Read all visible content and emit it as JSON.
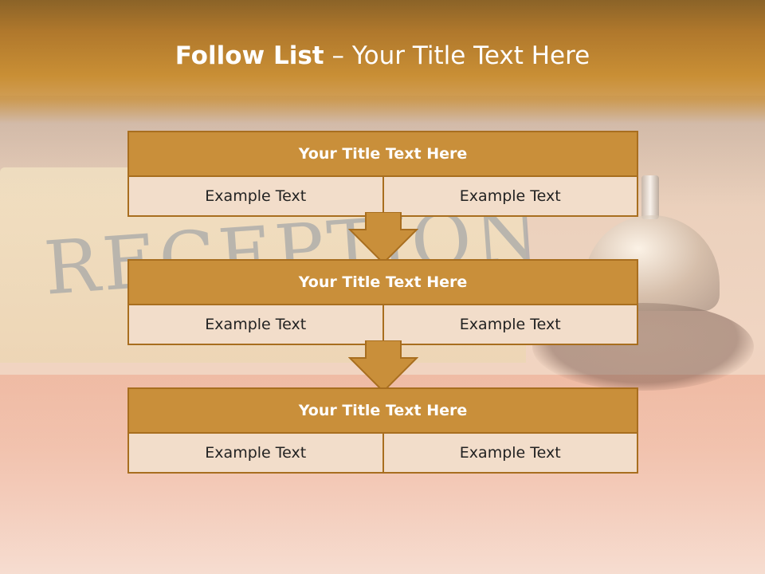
{
  "slide": {
    "title_bold": "Follow List",
    "title_rest": " – Your Title Text Here"
  },
  "background": {
    "sign_text": "RECEPTION"
  },
  "colors": {
    "header": "#c98f35",
    "box_title": "#c98f3a",
    "box_border": "#a86e1f",
    "box_cell": "#f2ddca"
  },
  "stages": [
    {
      "title": "Your Title Text Here",
      "left": "Example Text",
      "right": "Example Text"
    },
    {
      "title": "Your Title Text Here",
      "left": "Example Text",
      "right": "Example Text"
    },
    {
      "title": "Your Title Text Here",
      "left": "Example Text",
      "right": "Example Text"
    }
  ],
  "arrows": [
    {
      "icon": "down-arrow-icon"
    },
    {
      "icon": "down-arrow-icon"
    }
  ]
}
